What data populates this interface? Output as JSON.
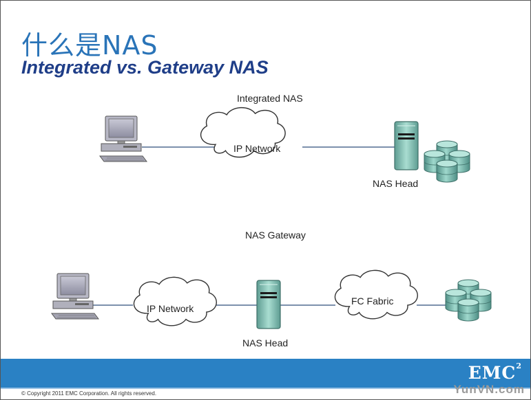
{
  "title": "什么是NAS",
  "subtitle": "Integrated vs. Gateway NAS",
  "integrated": {
    "heading": "Integrated NAS",
    "network_label": "IP Network",
    "head_label": "NAS Head"
  },
  "gateway": {
    "heading": "NAS Gateway",
    "network_label": "IP Network",
    "fabric_label": "FC Fabric",
    "head_label": "NAS Head"
  },
  "footer": {
    "copyright": "© Copyright 2011 EMC Corporation. All rights reserved.",
    "logo": "EMC",
    "logo_sup": "2",
    "watermark": "YunVN.com"
  },
  "colors": {
    "title": "#2a74b8",
    "subtitle": "#1f3e88",
    "bar": "#2a81c4",
    "storage": "#6fb3a8",
    "server": "#8fc9bd"
  }
}
